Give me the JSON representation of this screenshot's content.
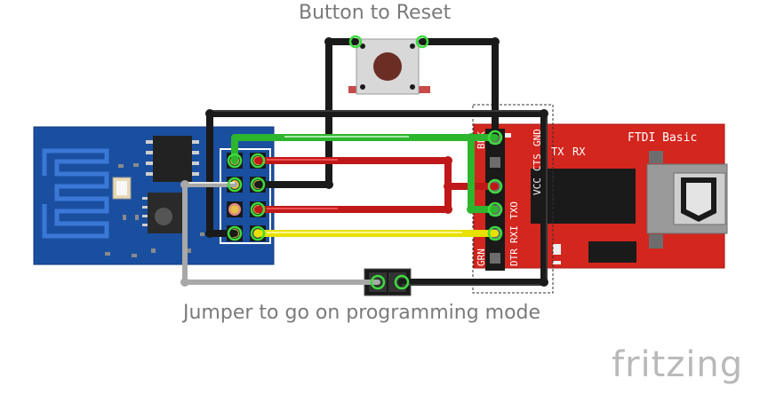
{
  "captions": {
    "reset": "Button to Reset",
    "jumper": "Jumper to go on programming mode"
  },
  "ftdi": {
    "title": "FTDI Basic",
    "tx": "TX",
    "rx": "RX",
    "pins": [
      "BLK",
      "GND",
      "CTS",
      "VCC",
      "TXO",
      "RXI",
      "DTR",
      "GRN"
    ]
  },
  "logo": "fritzing",
  "colors": {
    "esp_board": "#1a4fa0",
    "ftdi_board": "#d3261e",
    "wire_black": "#1a1a1a",
    "wire_green": "#2db52d",
    "wire_red": "#c01818",
    "wire_yellow": "#e8e000",
    "wire_gray": "#a8a8a8"
  }
}
